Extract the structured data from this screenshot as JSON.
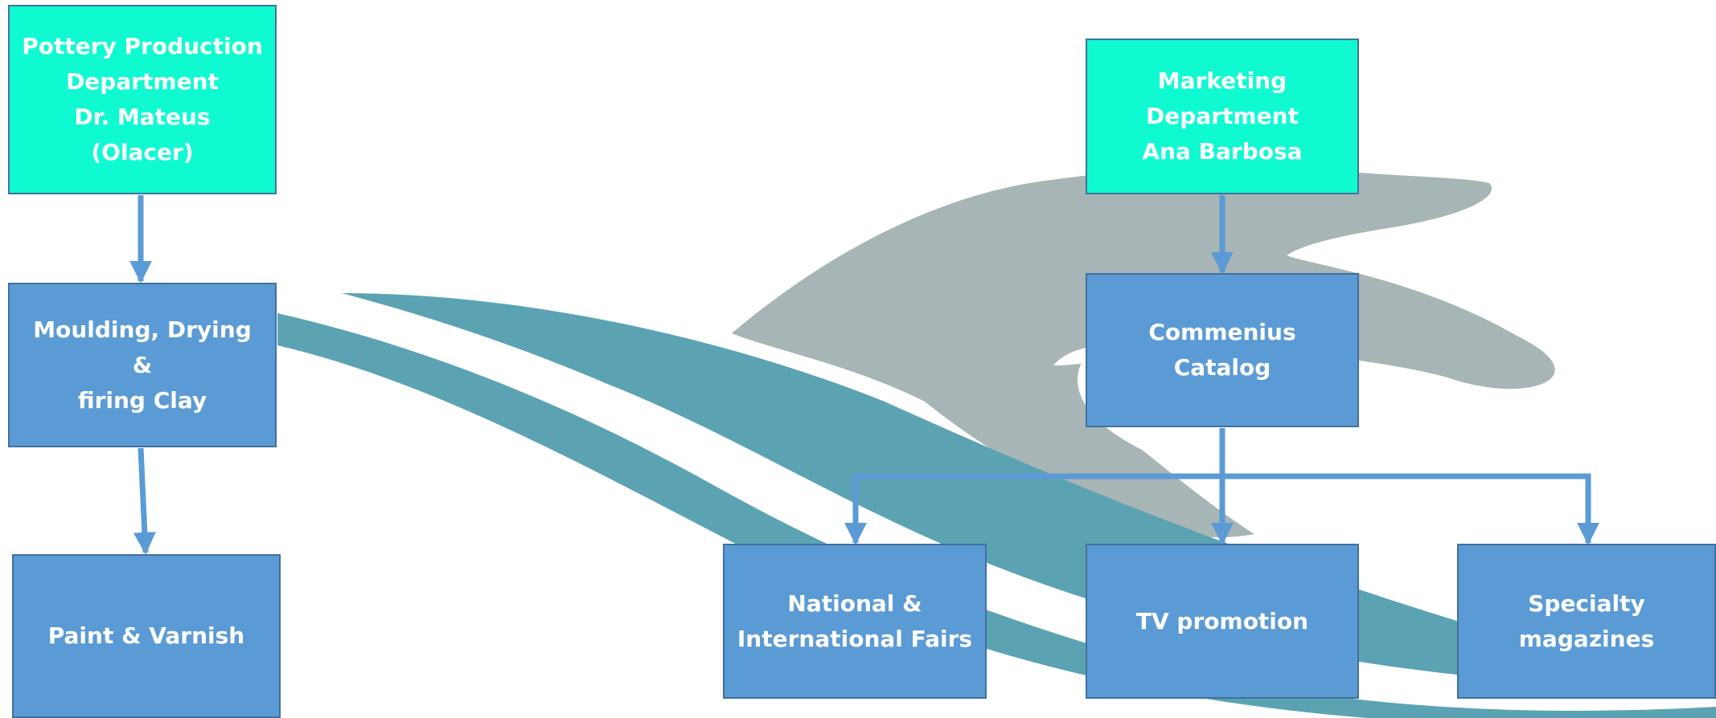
{
  "colors": {
    "head_fill": "#10fad2",
    "sub_fill": "#5b9bd5",
    "border": "#41719c",
    "connector": "#5b9bd5",
    "watermark_dolphin": "#a7b5b6",
    "watermark_wave": "#5ba3b3"
  },
  "watermark": {
    "icon": "dolphin-wave-logo"
  },
  "production": {
    "head": "Pottery Production\nDepartment\nDr. Mateus\n(Olacer)",
    "moulding": "Moulding, Drying\n&\nfiring Clay",
    "paint": "Paint & Varnish"
  },
  "marketing": {
    "head": "Marketing\nDepartment\nAna Barbosa",
    "catalog": "Commenius\nCatalog",
    "fairs": "National &\nInternational Fairs",
    "tv": "TV promotion",
    "magazines": "Specialty\nmagazines"
  }
}
